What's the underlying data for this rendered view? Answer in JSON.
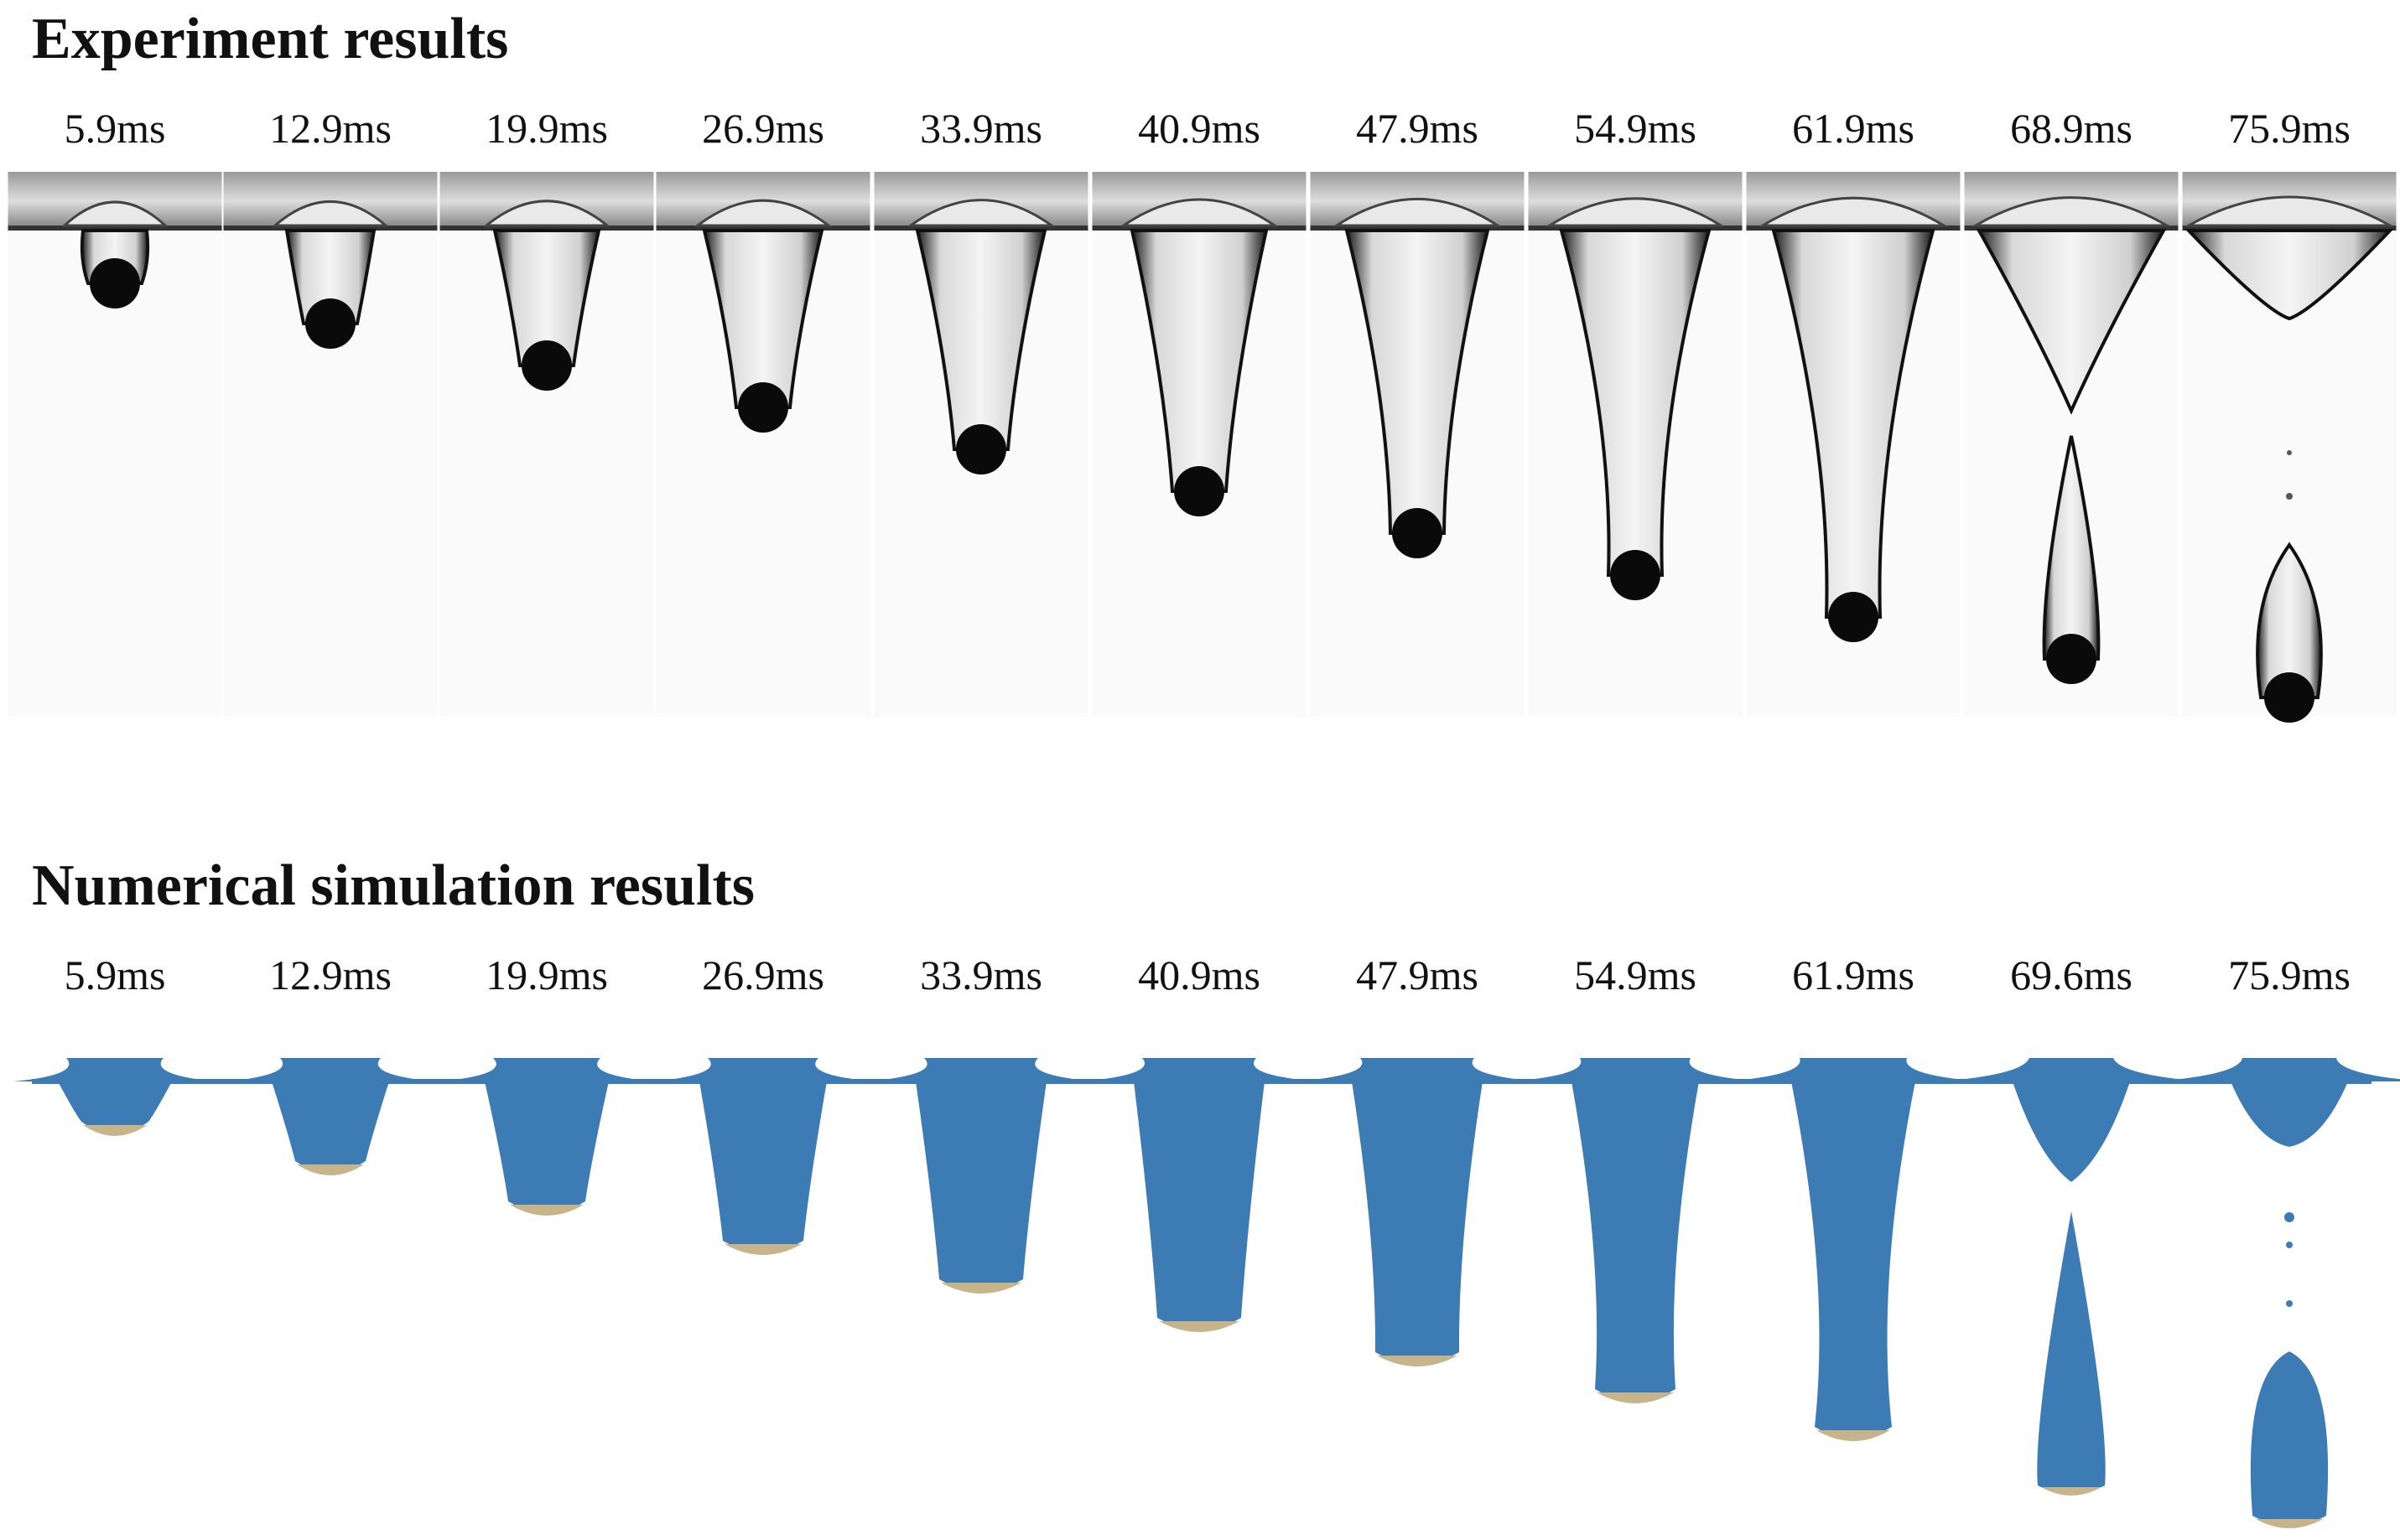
{
  "experiment": {
    "heading": "Experiment results",
    "times": [
      "5.9ms",
      "12.9ms",
      "19.9ms",
      "26.9ms",
      "33.9ms",
      "40.9ms",
      "47.9ms",
      "54.9ms",
      "61.9ms",
      "68.9ms",
      "75.9ms"
    ]
  },
  "simulation": {
    "heading": "Numerical simulation results",
    "times": [
      "5.9ms",
      "12.9ms",
      "19.9ms",
      "26.9ms",
      "33.9ms",
      "40.9ms",
      "47.9ms",
      "54.9ms",
      "61.9ms",
      "69.6ms",
      "75.9ms"
    ]
  },
  "colors": {
    "fluid_blue": "#3d7bb5",
    "sphere_tan": "#c8b48a",
    "sphere_black": "#0a0a0a",
    "photo_gray": "#cfcfcf"
  }
}
